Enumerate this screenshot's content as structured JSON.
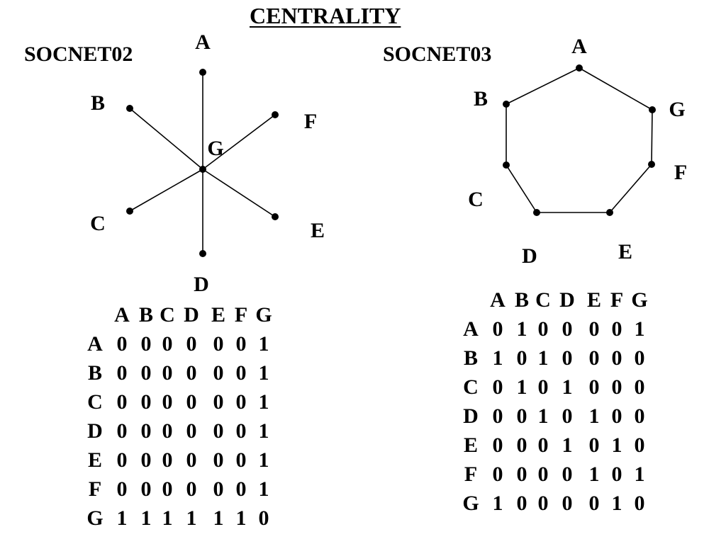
{
  "title": "CENTRALITY",
  "networks": [
    {
      "name": "SOCNET02",
      "nodes": [
        "A",
        "B",
        "C",
        "D",
        "E",
        "F",
        "G"
      ],
      "edges": [
        [
          "G",
          "A"
        ],
        [
          "G",
          "B"
        ],
        [
          "G",
          "C"
        ],
        [
          "G",
          "D"
        ],
        [
          "G",
          "E"
        ],
        [
          "G",
          "F"
        ]
      ],
      "matrix": {
        "columns": [
          "A",
          "B",
          "C",
          "D",
          "E",
          "F",
          "G"
        ],
        "rows": [
          {
            "label": "A",
            "values": [
              "0",
              "0",
              "0",
              "0",
              "0",
              "0",
              "1"
            ]
          },
          {
            "label": "B",
            "values": [
              "0",
              "0",
              "0",
              "0",
              "0",
              "0",
              "1"
            ]
          },
          {
            "label": "C",
            "values": [
              "0",
              "0",
              "0",
              "0",
              "0",
              "0",
              "1"
            ]
          },
          {
            "label": "D",
            "values": [
              "0",
              "0",
              "0",
              "0",
              "0",
              "0",
              "1"
            ]
          },
          {
            "label": "E",
            "values": [
              "0",
              "0",
              "0",
              "0",
              "0",
              "0",
              "1"
            ]
          },
          {
            "label": "F",
            "values": [
              "0",
              "0",
              "0",
              "0",
              "0",
              "0",
              "1"
            ]
          },
          {
            "label": "G",
            "values": [
              "1",
              "1",
              "1",
              "1",
              "1",
              "1",
              "0"
            ]
          }
        ]
      }
    },
    {
      "name": "SOCNET03",
      "nodes": [
        "A",
        "B",
        "C",
        "D",
        "E",
        "F",
        "G"
      ],
      "edges": [
        [
          "A",
          "B"
        ],
        [
          "B",
          "C"
        ],
        [
          "C",
          "D"
        ],
        [
          "D",
          "E"
        ],
        [
          "E",
          "F"
        ],
        [
          "F",
          "G"
        ],
        [
          "G",
          "A"
        ]
      ],
      "matrix": {
        "columns": [
          "A",
          "B",
          "C",
          "D",
          "E",
          "F",
          "G"
        ],
        "rows": [
          {
            "label": "A",
            "values": [
              "0",
              "1",
              "0",
              "0",
              "0",
              "0",
              "1"
            ]
          },
          {
            "label": "B",
            "values": [
              "1",
              "0",
              "1",
              "0",
              "0",
              "0",
              "0"
            ]
          },
          {
            "label": "C",
            "values": [
              "0",
              "1",
              "0",
              "1",
              "0",
              "0",
              "0"
            ]
          },
          {
            "label": "D",
            "values": [
              "0",
              "0",
              "1",
              "0",
              "1",
              "0",
              "0"
            ]
          },
          {
            "label": "E",
            "values": [
              "0",
              "0",
              "0",
              "1",
              "0",
              "1",
              "0"
            ]
          },
          {
            "label": "F",
            "values": [
              "0",
              "0",
              "0",
              "0",
              "1",
              "0",
              "1"
            ]
          },
          {
            "label": "G",
            "values": [
              "1",
              "0",
              "0",
              "0",
              "0",
              "1",
              "0"
            ]
          }
        ]
      }
    }
  ]
}
